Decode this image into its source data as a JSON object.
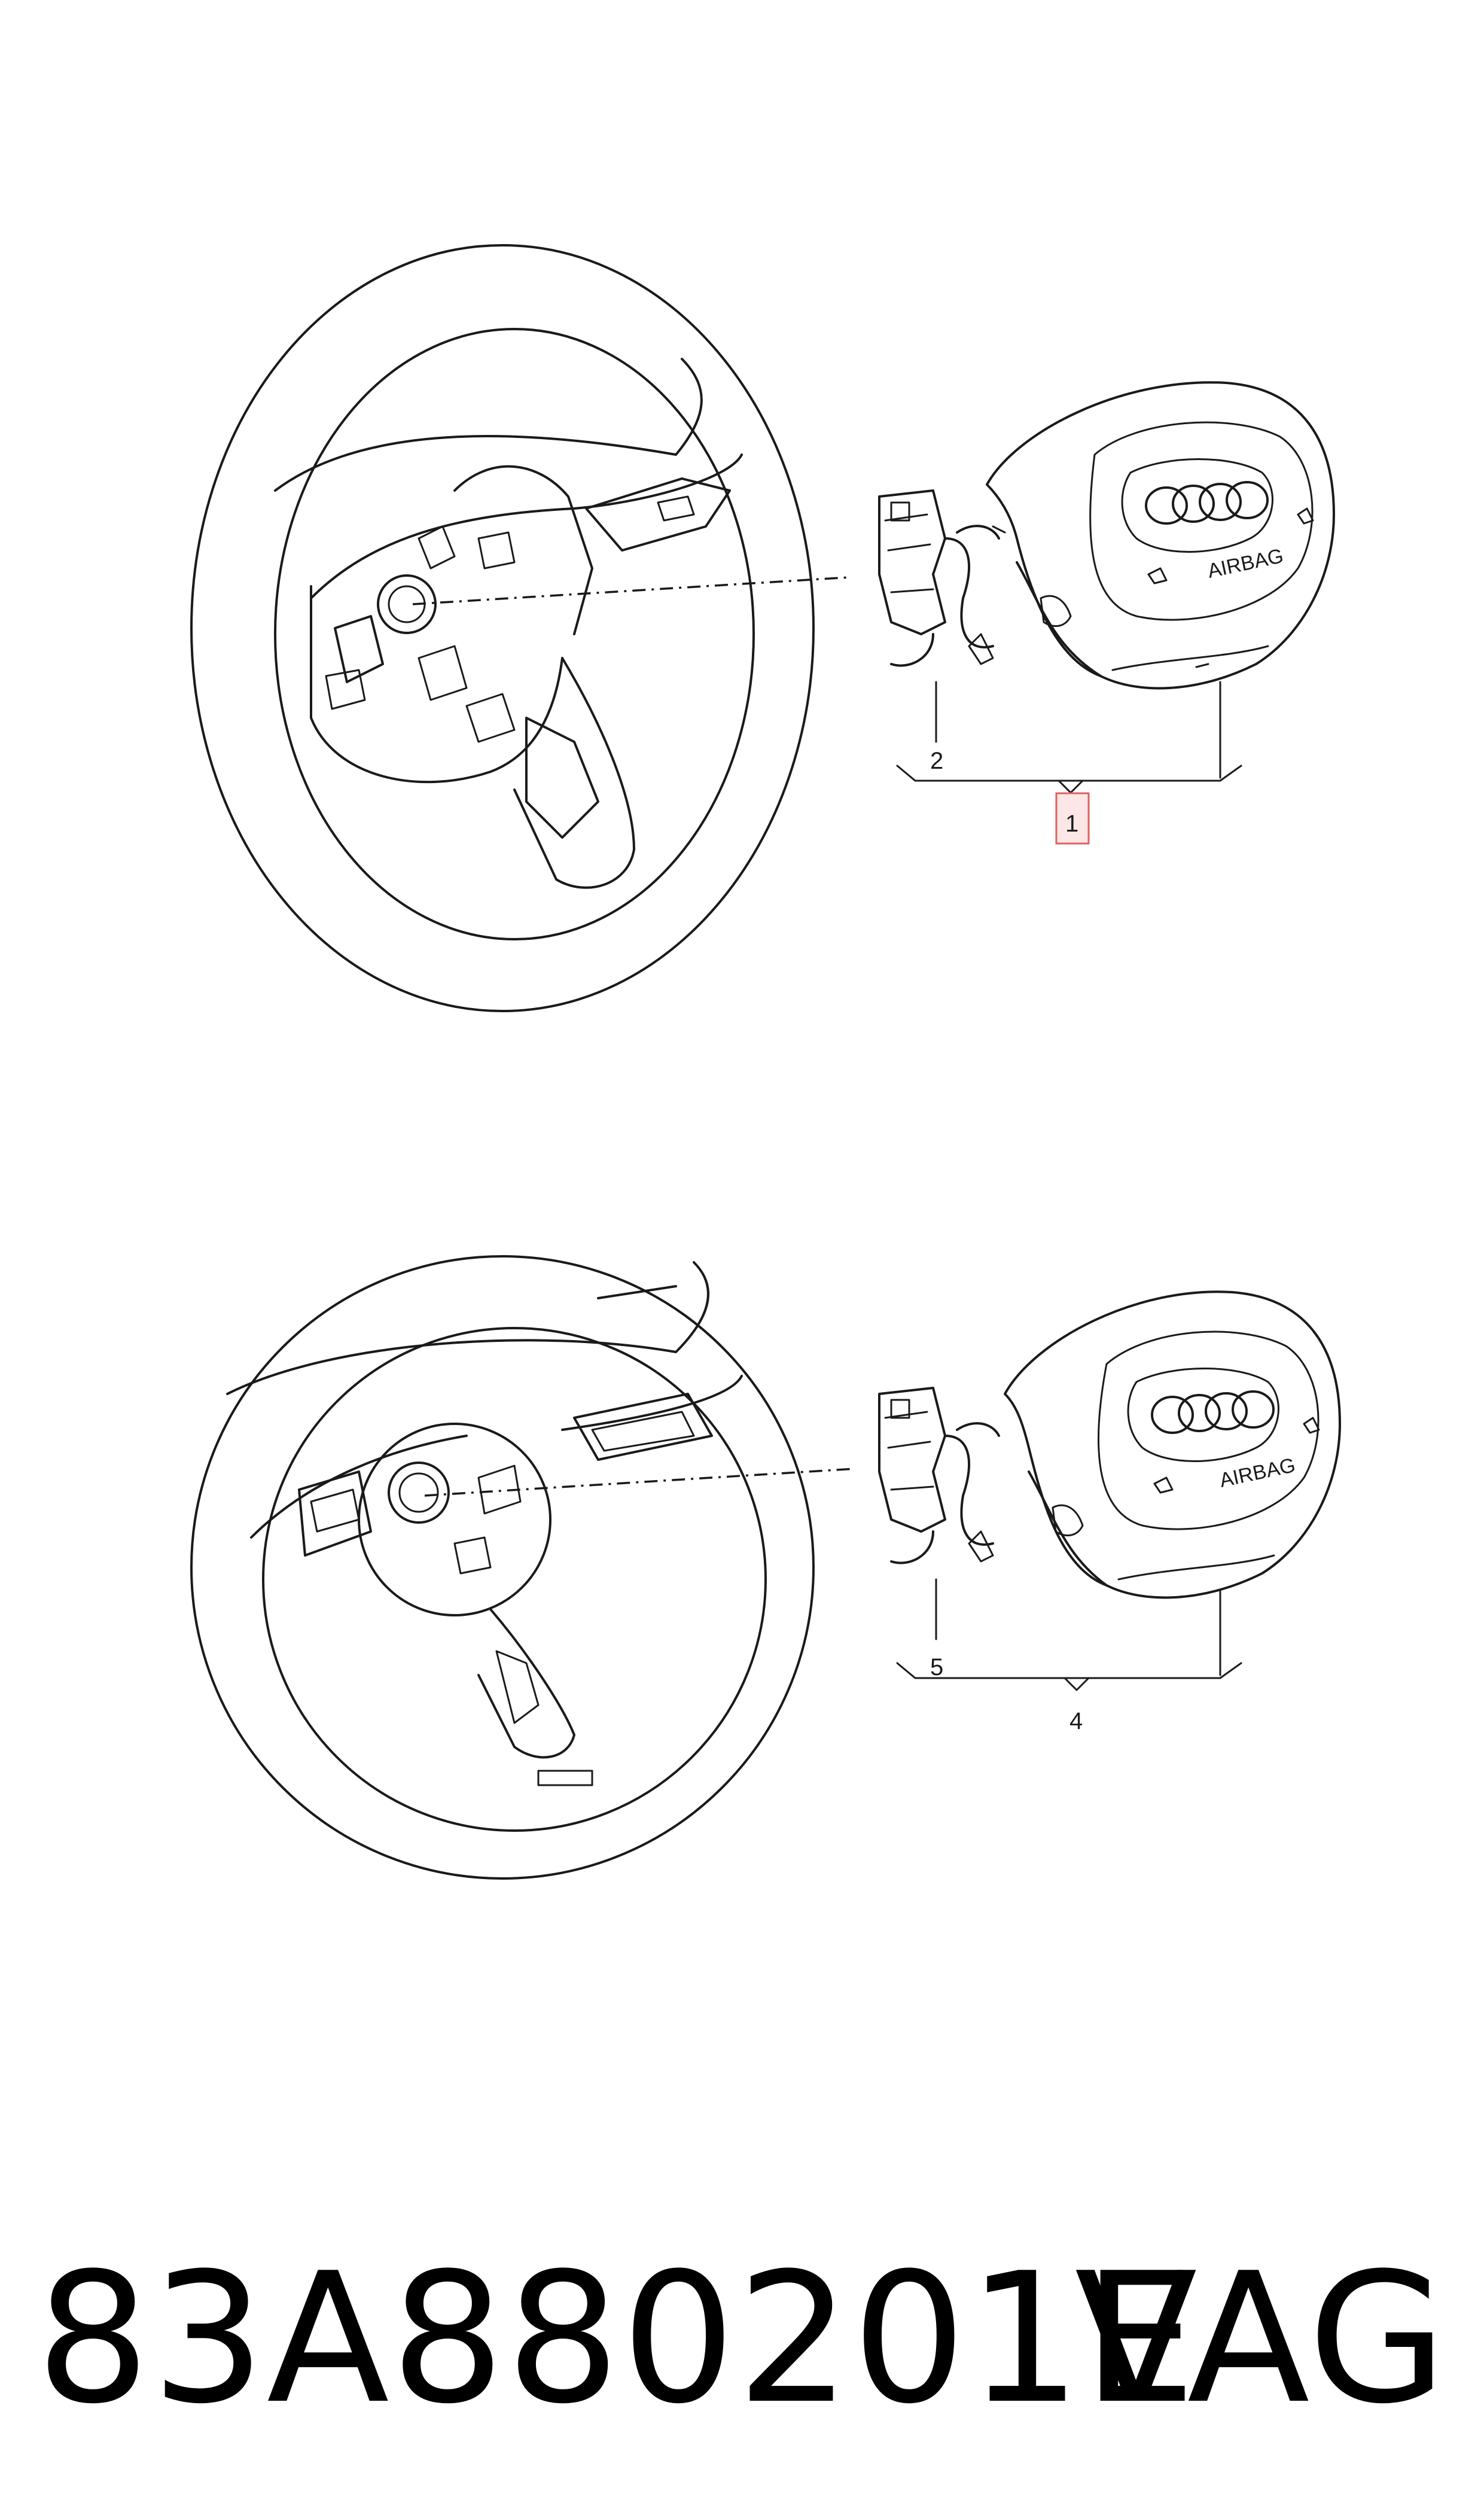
{
  "diagram": {
    "upper": {
      "callouts": [
        "2",
        "1"
      ],
      "highlighted_callout": "1",
      "airbag_badge": "AIRBAG"
    },
    "lower": {
      "callouts": [
        "5",
        "4"
      ],
      "airbag_badge": "AIRBAG"
    },
    "colors": {
      "line": "#1a1a1a",
      "highlight_fill": "#fde6e6",
      "highlight_stroke": "#e06060"
    }
  },
  "footer": {
    "part_number": "83A880201E",
    "brand": "VAG"
  }
}
